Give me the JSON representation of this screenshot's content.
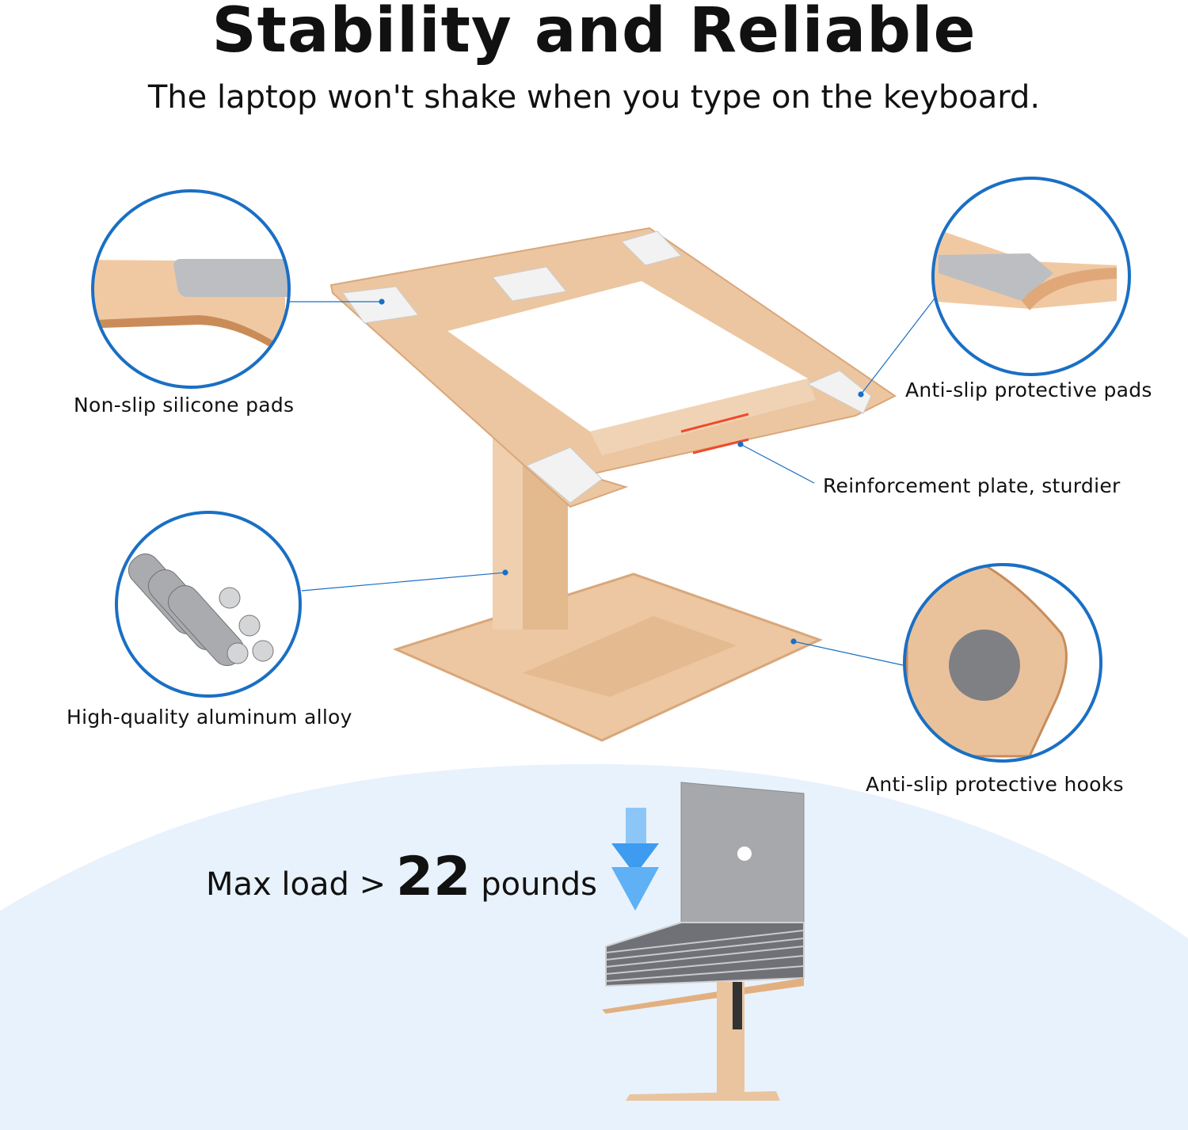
{
  "header": {
    "title": "Stability and Reliable",
    "subtitle": "The laptop won't shake when you type on the keyboard."
  },
  "features": [
    {
      "label": "Non-slip silicone pads"
    },
    {
      "label": "Anti-slip protective pads"
    },
    {
      "label": "Reinforcement plate, sturdier"
    },
    {
      "label": "High-quality aluminum alloy"
    },
    {
      "label": "Anti-slip protective hooks"
    }
  ],
  "load": {
    "prefix": "Max load >",
    "value": "22",
    "unit": "pounds"
  },
  "colors": {
    "accent_blue": "#1a6fc4",
    "gold": "#ebc49c",
    "background_blue": "#e8f2fc"
  }
}
